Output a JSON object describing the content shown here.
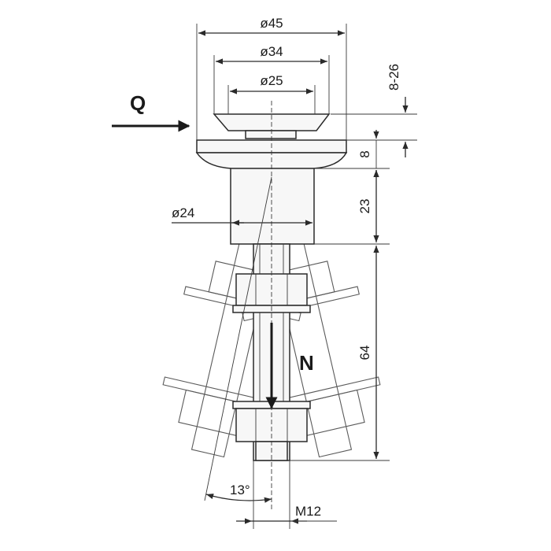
{
  "labels": {
    "d_outer": "ø45",
    "d_mid": "ø34",
    "d_inner": "ø25",
    "d_shaft": "ø24",
    "range": "8-26",
    "plate": "8",
    "neck": "23",
    "stud": "64",
    "angle": "13°",
    "thread": "M12",
    "force_q": "Q",
    "force_n": "N"
  },
  "colors": {
    "ink": "#2a2a2a",
    "paper": "#ffffff"
  }
}
